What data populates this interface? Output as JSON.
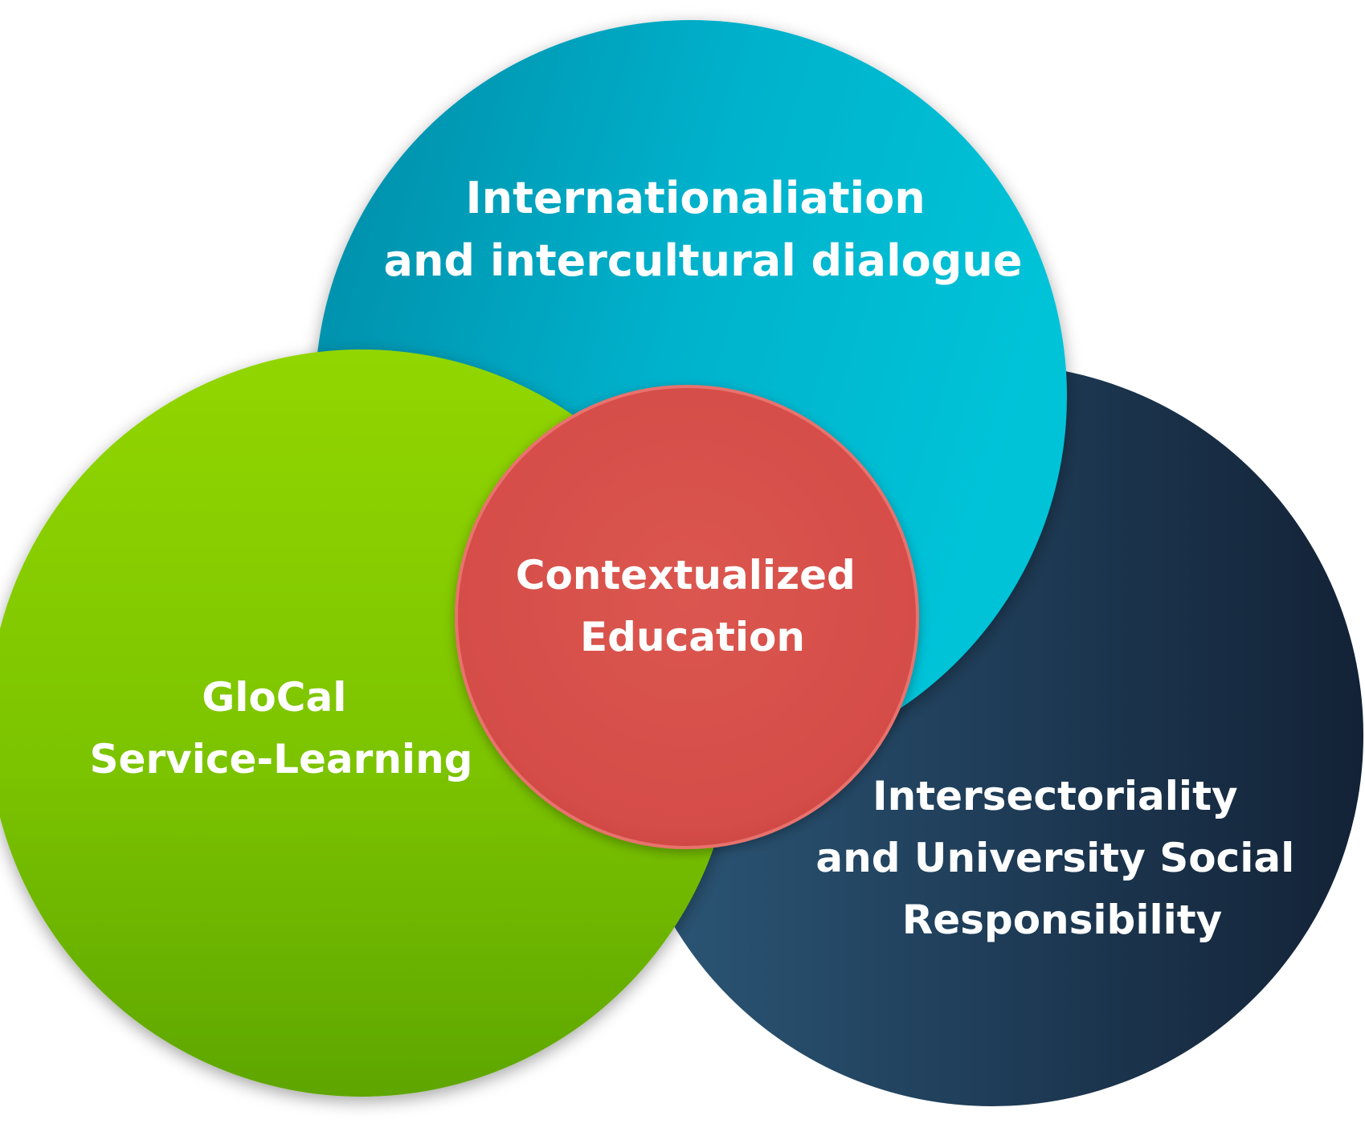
{
  "diagram": {
    "top_circle": {
      "lines": [
        "Internationaliation",
        "and intercultural dialogue"
      ]
    },
    "left_circle": {
      "lines": [
        "GloCal",
        "Service-Learning"
      ]
    },
    "right_circle": {
      "lines": [
        "Intersectoriality",
        "and University Social",
        "Responsibility"
      ]
    },
    "center_circle": {
      "lines": [
        "Contextualized",
        "Education"
      ]
    }
  },
  "colors": {
    "teal_light": "#00bcd4",
    "teal_dark": "#0088a5",
    "green_light": "#8ed400",
    "green_dark": "#5aa500",
    "navy_light": "#2a5272",
    "navy_dark": "#142539",
    "red": "#d9534f",
    "text": "#ffffff"
  }
}
